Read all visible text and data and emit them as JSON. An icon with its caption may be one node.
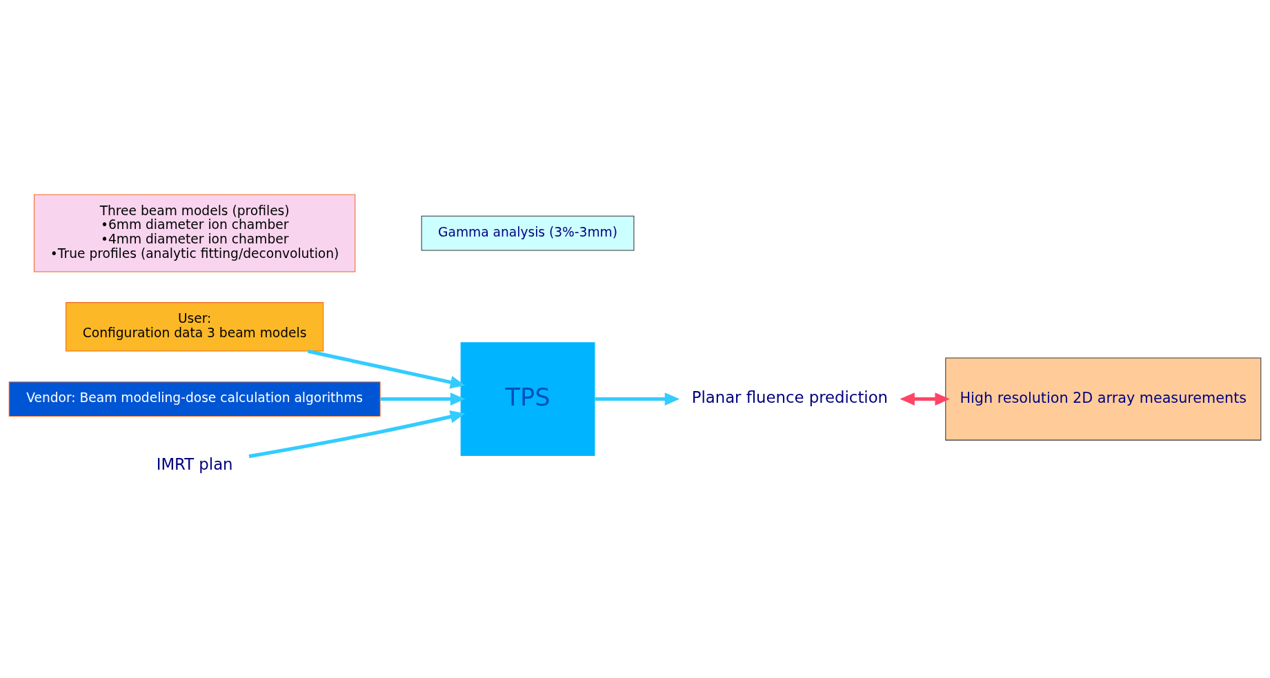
{
  "diagram": {
    "nodes": [
      {
        "text": [
          "User:",
          "Configuration data 3 beam models"
        ]
      },
      {
        "text": [
          "Vendor: Beam modeling-dose calculation algorithms"
        ]
      },
      {
        "text": [
          "IMRT plan"
        ]
      },
      {
        "text": [
          "TPS"
        ]
      },
      {
        "text": [
          "Planar fluence prediction"
        ]
      },
      {
        "text": [
          "High resolution 2D array measurements"
        ]
      },
      {
        "text": [
          "Three beam models (profiles)",
          "•6mm diameter ion chamber",
          "•4mm diameter ion chamber",
          "•True profiles (analytic fitting/deconvolution)"
        ]
      },
      {
        "text": [
          "Gamma analysis (3%-3mm)"
        ]
      }
    ],
    "edges": [
      {
        "from": 0,
        "to": 3,
        "arrow": "to"
      },
      {
        "from": 1,
        "to": 3,
        "arrow": "to"
      },
      {
        "from": 2,
        "to": 3,
        "arrow": "to"
      },
      {
        "from": 3,
        "to": 4,
        "arrow": "to"
      },
      {
        "from": 4,
        "to": 5,
        "arrow": "both",
        "color": "#ff4466"
      }
    ]
  }
}
